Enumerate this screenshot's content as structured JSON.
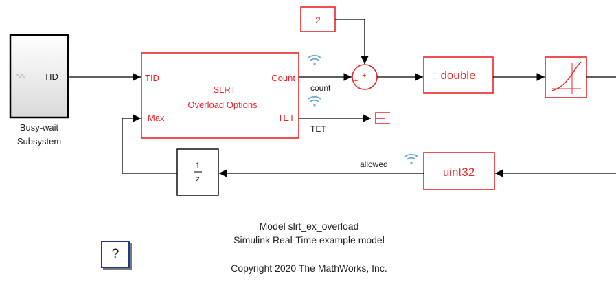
{
  "blocks": {
    "subsystem": {
      "port": "TID",
      "caption_line1": "Busy-wait",
      "caption_line2": "Subsystem"
    },
    "overload": {
      "in1": "TID",
      "in2": "Max",
      "out1": "Count",
      "out2": "TET",
      "title_line1": "SLRT",
      "title_line2": "Overload Options"
    },
    "constant": "2",
    "double_convert": "double",
    "uint32_convert": "uint32",
    "delay_num": "1",
    "delay_den": "z",
    "sum_signs": "++"
  },
  "signals": {
    "count": "count",
    "tet": "TET",
    "allowed": "allowed"
  },
  "annotation": {
    "line1": "Model slrt_ex_overload",
    "line2": "Simulink Real-Time example model",
    "line3": "Copyright 2020 The MathWorks, Inc."
  },
  "help_label": "?",
  "colors": {
    "block_red": "#e8262a",
    "line": "#000000",
    "wifi_blue": "#6fa8dc",
    "help_border": "#1e3a8c"
  },
  "icons": [
    "signal-stream-icon",
    "terminator-icon",
    "saturation-curve-icon",
    "sum-icon"
  ]
}
